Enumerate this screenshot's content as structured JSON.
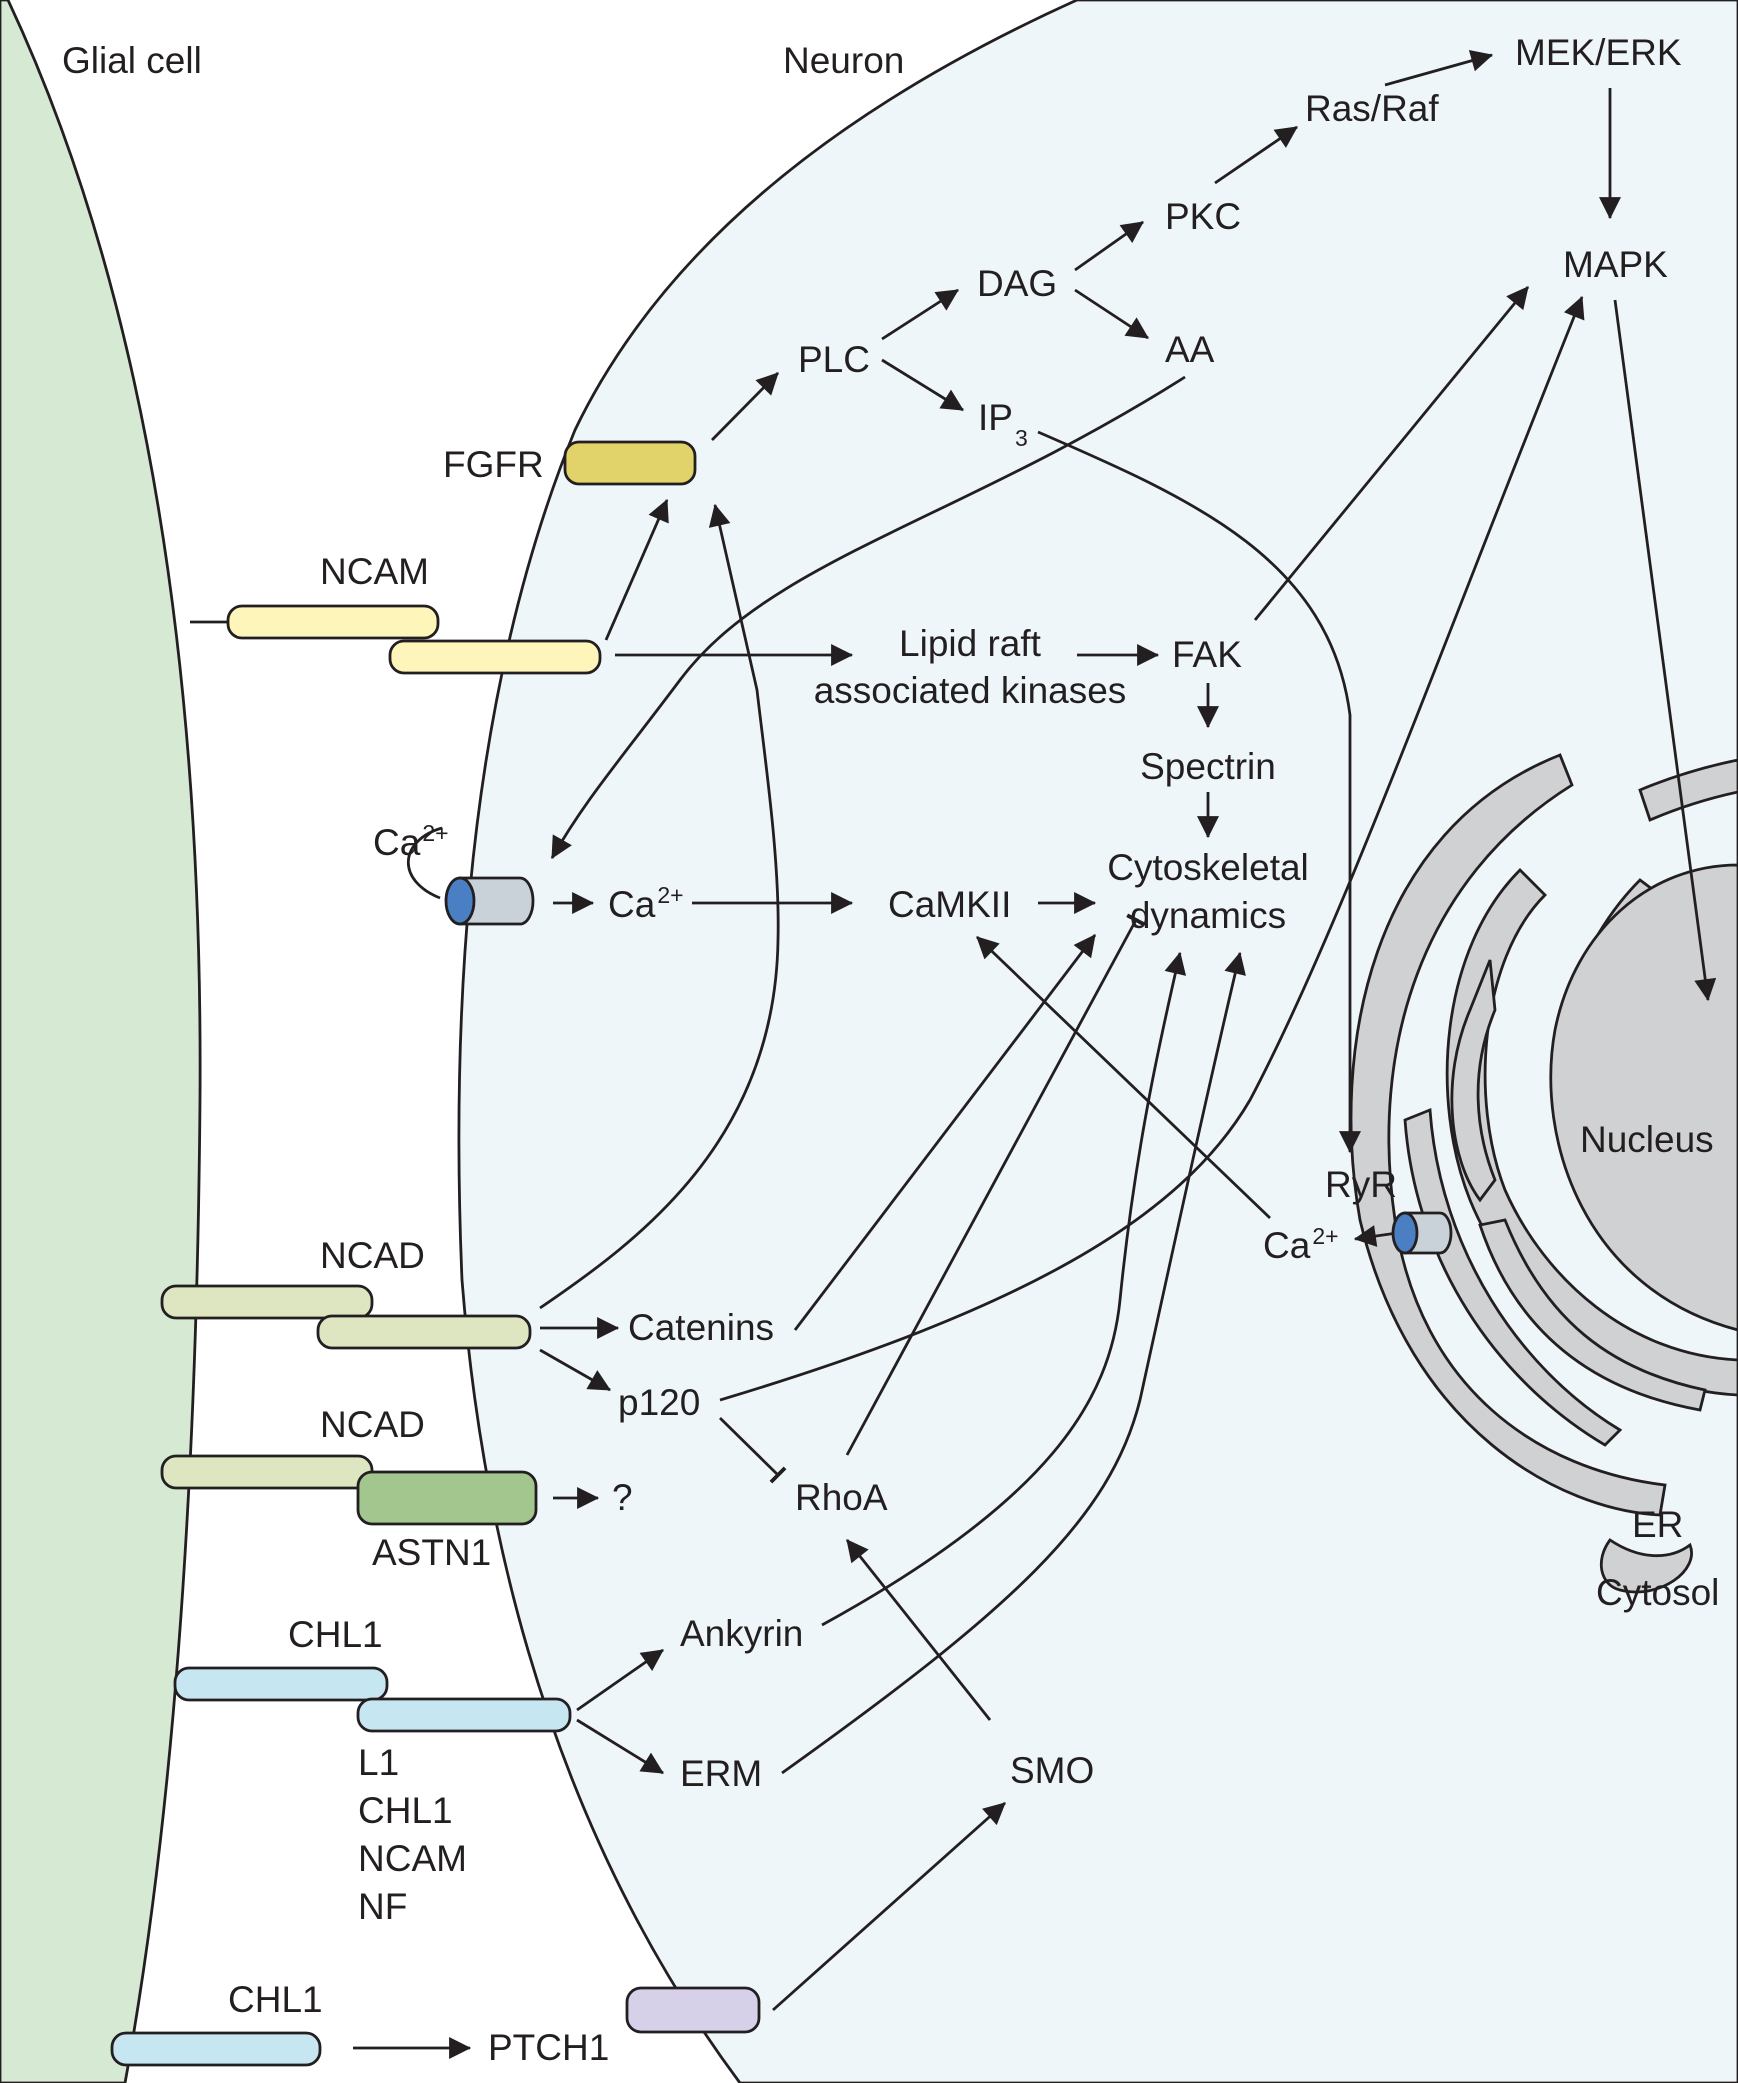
{
  "regions": {
    "glial_cell": "Glial cell",
    "neuron": "Neuron",
    "nucleus": "Nucleus",
    "er": "ER",
    "cytosol": "Cytosol"
  },
  "receptors": {
    "fgfr": "FGFR",
    "ncam": "NCAM",
    "ncad_1": "NCAD",
    "ncad_2": "NCAD",
    "astn1": "ASTN1",
    "chl1_1": "CHL1",
    "chl1_2": "CHL1",
    "ptch1": "PTCH1",
    "binding_partners": [
      "L1",
      "CHL1",
      "NCAM",
      "NF"
    ]
  },
  "nodes": {
    "plc": "PLC",
    "dag": "DAG",
    "pkc": "PKC",
    "ras_raf": "Ras/Raf",
    "mek_erk": "MEK/ERK",
    "mapk": "MAPK",
    "aa": "AA",
    "ip3": "IP",
    "ip3_sub": "3",
    "lipid_raft_line1": "Lipid raft",
    "lipid_raft_line2": "associated kinases",
    "fak": "FAK",
    "spectrin": "Spectrin",
    "cyto_line1": "Cytoskeletal",
    "cyto_line2": "dynamics",
    "ca_ext": "Ca",
    "ca_ext_sup": "2+",
    "ca_int": "Ca",
    "ca_int_sup": "2+",
    "camkii": "CaMKII",
    "ryr": "RyR",
    "ca_er": "Ca",
    "ca_er_sup": "2+",
    "catenins": "Catenins",
    "p120": "p120",
    "rhoa": "RhoA",
    "question": "?",
    "ankyrin": "Ankyrin",
    "erm": "ERM",
    "smo": "SMO"
  },
  "colors": {
    "glial_fill": "#d6e9d3",
    "neuron_fill": "#eef6f9",
    "organelle_fill": "#d0d1d3",
    "fgfr": "#e2d26a",
    "ncam": "#fdf5b9",
    "ncad": "#dde6c1",
    "astn1": "#a3c58e",
    "chl1": "#c6e6f1",
    "ptch1": "#d6d1e8",
    "ca_channel": "#c9d2d8",
    "ca_channel_pore": "#4a7fc4"
  },
  "edges": [
    {
      "from": "FGFR",
      "to": "PLC",
      "type": "activation"
    },
    {
      "from": "PLC",
      "to": "DAG",
      "type": "activation"
    },
    {
      "from": "PLC",
      "to": "IP3",
      "type": "activation"
    },
    {
      "from": "DAG",
      "to": "PKC",
      "type": "activation"
    },
    {
      "from": "DAG",
      "to": "AA",
      "type": "activation"
    },
    {
      "from": "PKC",
      "to": "Ras/Raf",
      "type": "activation"
    },
    {
      "from": "Ras/Raf",
      "to": "MEK/ERK",
      "type": "activation"
    },
    {
      "from": "MEK/ERK",
      "to": "MAPK",
      "type": "activation"
    },
    {
      "from": "MAPK",
      "to": "Nucleus",
      "type": "activation"
    },
    {
      "from": "NCAM",
      "to": "FGFR",
      "type": "activation"
    },
    {
      "from": "NCAM",
      "to": "Lipid raft associated kinases",
      "type": "activation"
    },
    {
      "from": "Lipid raft associated kinases",
      "to": "FAK",
      "type": "activation"
    },
    {
      "from": "FAK",
      "to": "Spectrin",
      "type": "activation"
    },
    {
      "from": "FAK",
      "to": "MAPK",
      "type": "activation"
    },
    {
      "from": "Spectrin",
      "to": "Cytoskeletal dynamics",
      "type": "activation"
    },
    {
      "from": "AA",
      "to": "Ca2+ channel",
      "type": "activation"
    },
    {
      "from": "Ca2+ channel",
      "to": "Ca2+",
      "type": "activation"
    },
    {
      "from": "Ca2+",
      "to": "CaMKII",
      "type": "activation"
    },
    {
      "from": "CaMKII",
      "to": "Cytoskeletal dynamics",
      "type": "activation"
    },
    {
      "from": "IP3",
      "to": "RyR",
      "type": "activation"
    },
    {
      "from": "RyR",
      "to": "Ca2+ (ER)",
      "type": "activation"
    },
    {
      "from": "Ca2+ (ER)",
      "to": "CaMKII",
      "type": "activation"
    },
    {
      "from": "NCAD",
      "to": "FGFR",
      "type": "activation"
    },
    {
      "from": "NCAD",
      "to": "Catenins",
      "type": "activation"
    },
    {
      "from": "NCAD",
      "to": "p120",
      "type": "activation"
    },
    {
      "from": "Catenins",
      "to": "Cytoskeletal dynamics",
      "type": "activation"
    },
    {
      "from": "p120",
      "to": "MAPK",
      "type": "activation"
    },
    {
      "from": "p120",
      "to": "RhoA",
      "type": "inhibition"
    },
    {
      "from": "RhoA",
      "to": "Cytoskeletal dynamics",
      "type": "inhibition"
    },
    {
      "from": "ASTN1",
      "to": "?",
      "type": "activation"
    },
    {
      "from": "CHL1",
      "to": "Ankyrin",
      "type": "activation"
    },
    {
      "from": "CHL1",
      "to": "ERM",
      "type": "activation"
    },
    {
      "from": "Ankyrin",
      "to": "Cytoskeletal dynamics",
      "type": "activation"
    },
    {
      "from": "ERM",
      "to": "Cytoskeletal dynamics",
      "type": "activation"
    },
    {
      "from": "CHL1",
      "to": "PTCH1",
      "type": "activation"
    },
    {
      "from": "PTCH1",
      "to": "SMO",
      "type": "activation"
    },
    {
      "from": "SMO",
      "to": "RhoA",
      "type": "activation"
    }
  ]
}
